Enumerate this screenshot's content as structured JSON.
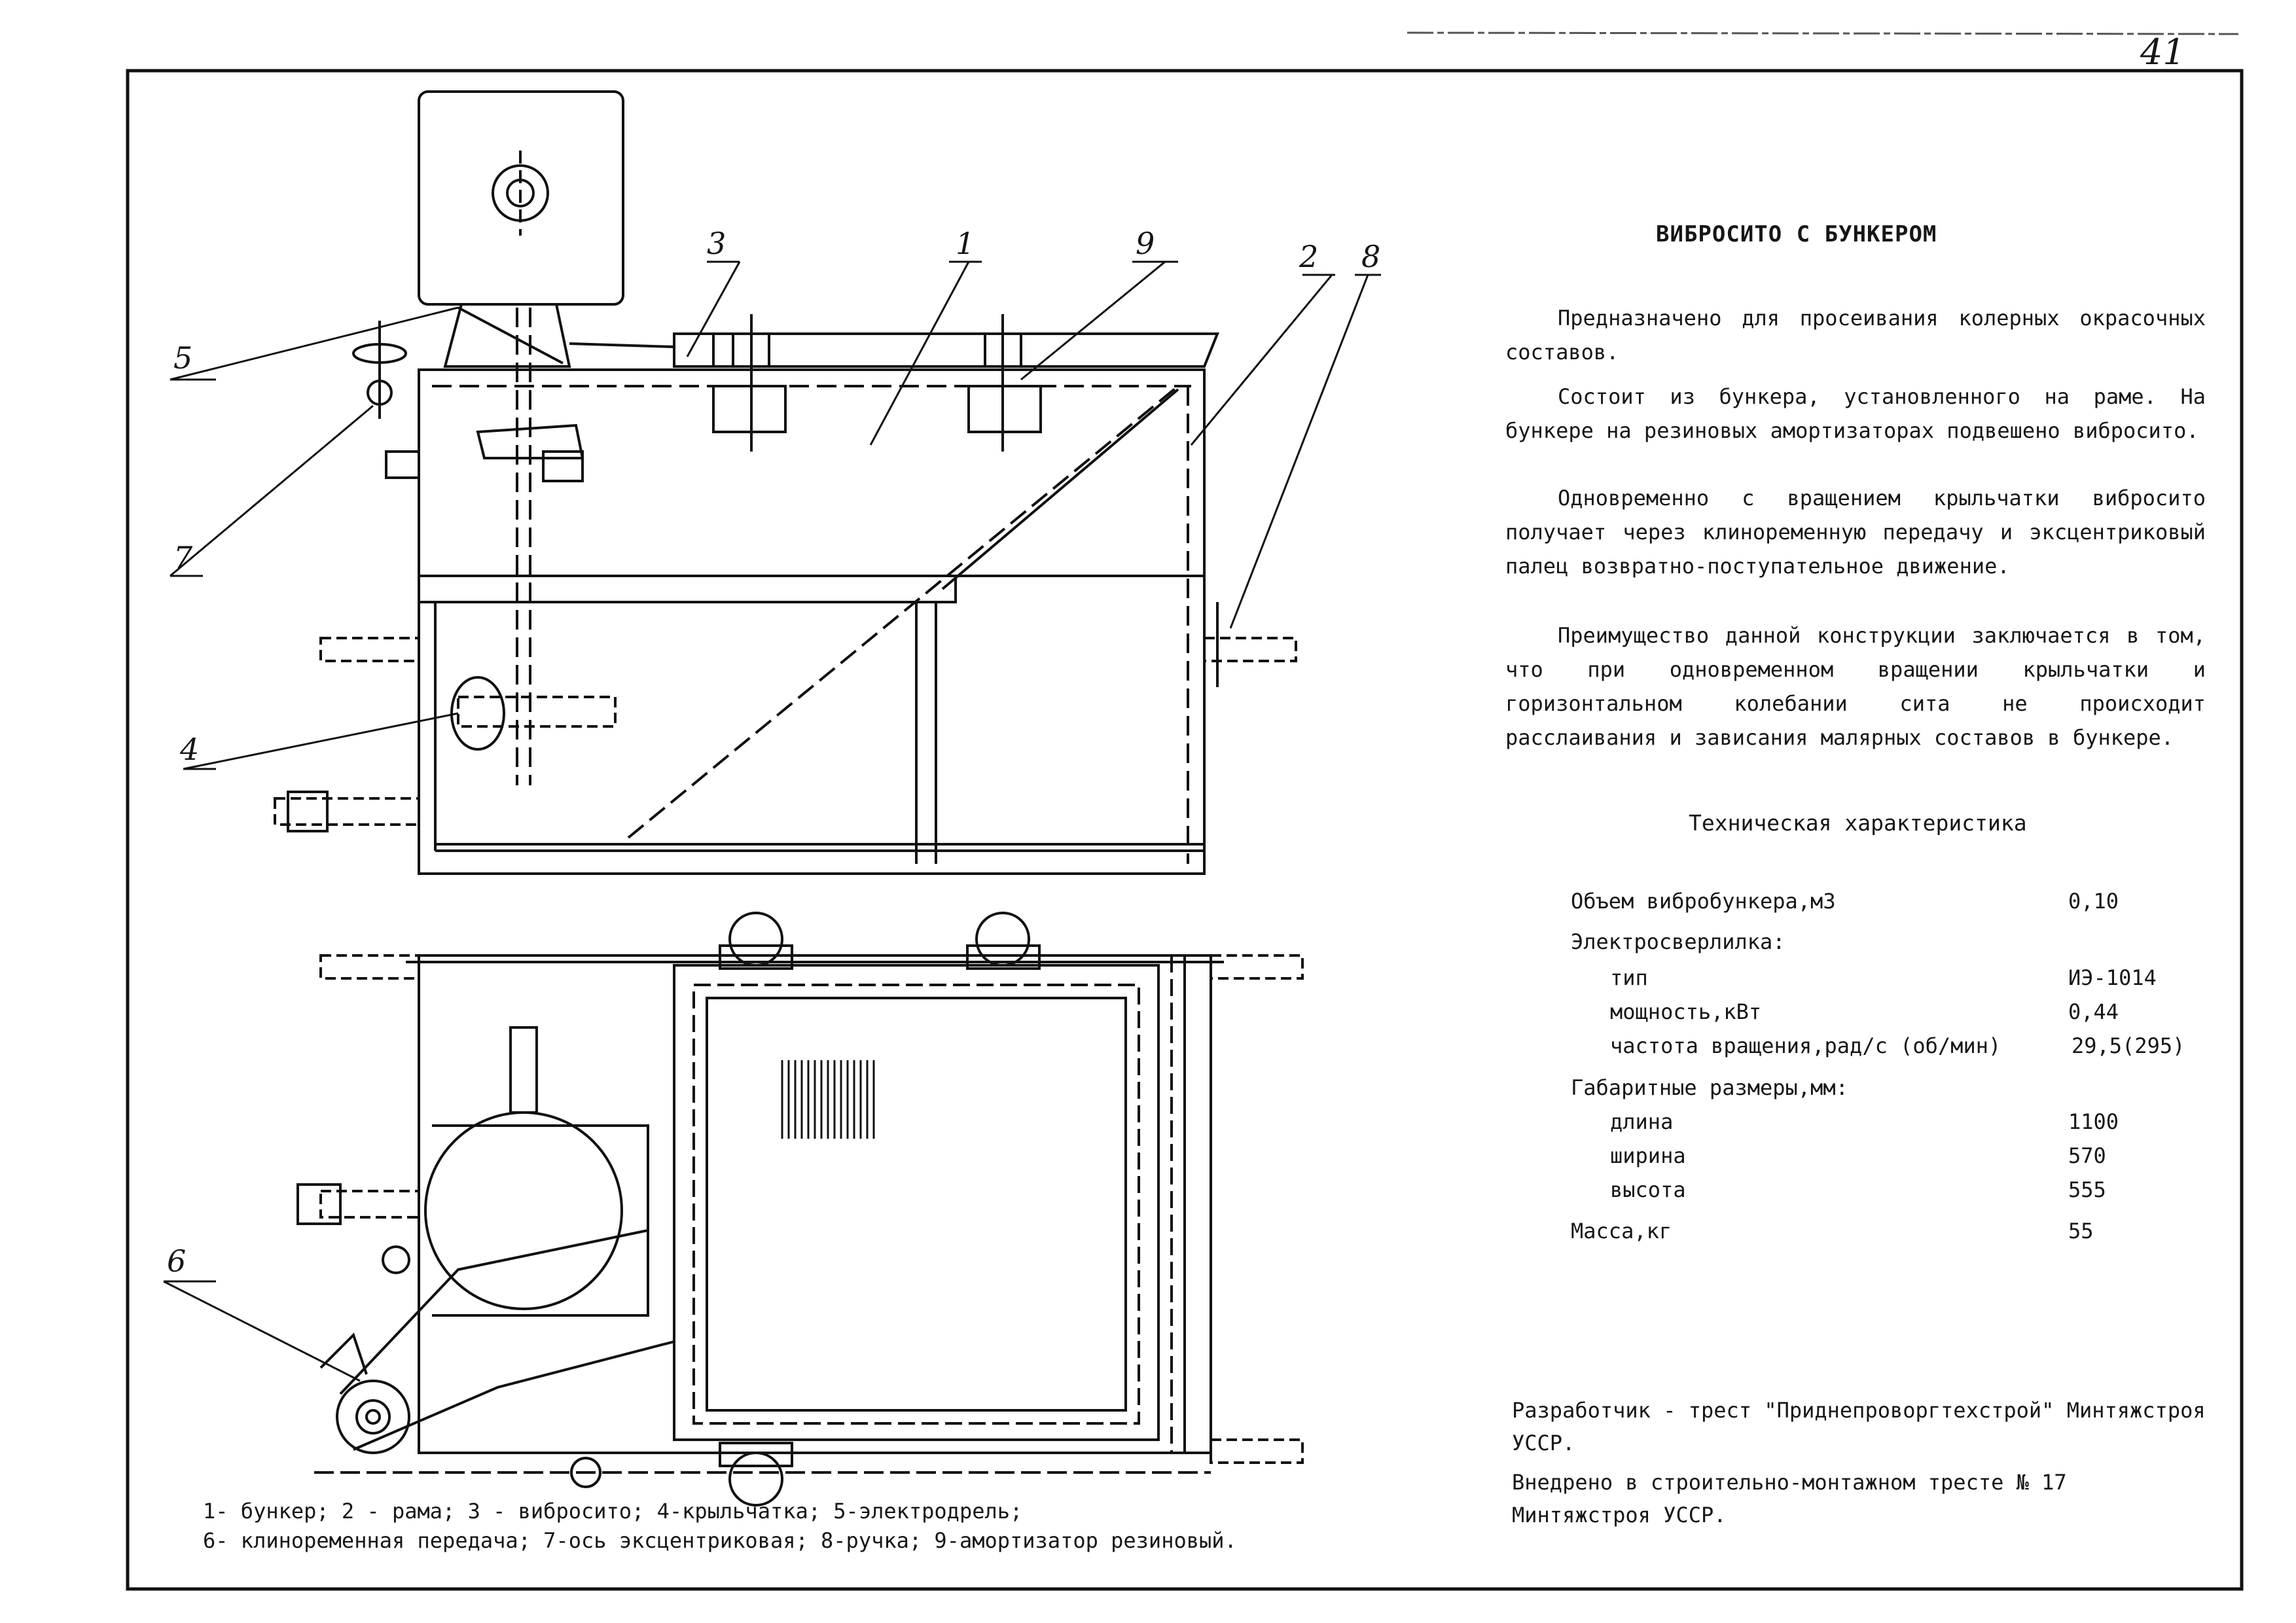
{
  "page_number": "41",
  "title": "ВИБРОСИТО С БУНКЕРОМ",
  "paragraphs": [
    "Предназначено для просеивания колерных окрасочных составов.",
    "Состоит из бункера, установленного на раме. На бункере на резиновых амортизаторах подвешено вибросито.",
    "Одновременно с вращением крыльчатки вибросито получает через клиноременную передачу и эксцентриковый палец возвратно-поступательное движение.",
    "Преимущество данной конструкции заключается в том, что при одновременном вращении крыльчатки и горизонтальном колебании сита не происходит расслаивания и зависания малярных составов в бункере."
  ],
  "spec": {
    "heading": "Техническая характеристика",
    "rows": [
      {
        "label": "Объем вибробункера,м3",
        "value": "0,10"
      },
      {
        "label": "Электросверлилка:",
        "value": ""
      },
      {
        "label": "тип",
        "value": "ИЭ-1014"
      },
      {
        "label": "мощность,кВт",
        "value": "0,44"
      },
      {
        "label": "частота вращения,рад/с (об/мин)",
        "value": "29,5(295)"
      },
      {
        "label": "Габаритные размеры,мм:",
        "value": ""
      },
      {
        "label": "длина",
        "value": "1100"
      },
      {
        "label": "ширина",
        "value": "570"
      },
      {
        "label": "высота",
        "value": "555"
      },
      {
        "label": "Масса,кг",
        "value": "55"
      }
    ]
  },
  "credits": [
    "Разработчик - трест \"Приднепроворгтехстрой\" Минтяжстроя УССР.",
    "Внедрено в строительно-монтажном тресте № 17 Минтяжстроя УССР."
  ],
  "legend": [
    "1- бункер; 2 - рама; 3 - вибросито; 4-крыльчатка; 5-электродрель;",
    "6- клиноременная передача; 7-ось эксцентриковая; 8-ручка; 9-амортизатор резиновый."
  ],
  "callouts": {
    "c1": "1",
    "c2": "2",
    "c3": "3",
    "c4": "4",
    "c5": "5",
    "c6": "6",
    "c7": "7",
    "c8": "8",
    "c9": "9"
  }
}
